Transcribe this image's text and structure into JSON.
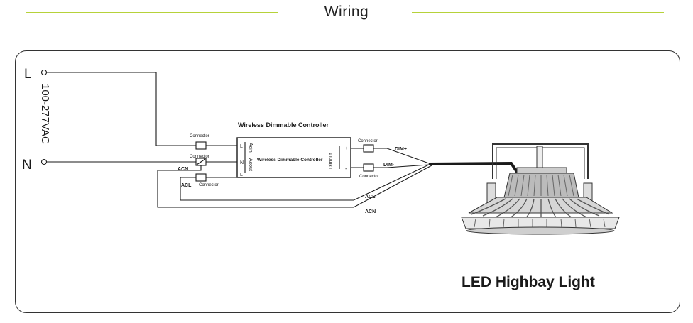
{
  "header": {
    "title": "Wiring"
  },
  "supply": {
    "line_label": "L",
    "neutral_label": "N",
    "voltage": "100-277VAC"
  },
  "controller": {
    "heading": "Wireless Dimmable Controller",
    "inner_label": "Wireless Dimmable Controller",
    "acin": "Acin",
    "acout": "Acout",
    "dimout": "Dimout",
    "pin_l": "L",
    "pin_n": "N",
    "pin_plus": "+",
    "pin_minus": "-"
  },
  "connectors": {
    "label": "Connector"
  },
  "wires": {
    "acn": "ACN",
    "acl": "ACL",
    "dim_plus": "DIM+",
    "dim_minus": "DIM-"
  },
  "product": {
    "name": "LED Highbay Light"
  },
  "colors": {
    "accent_line": "#b6d23a",
    "wire": "#1a1a1a"
  }
}
